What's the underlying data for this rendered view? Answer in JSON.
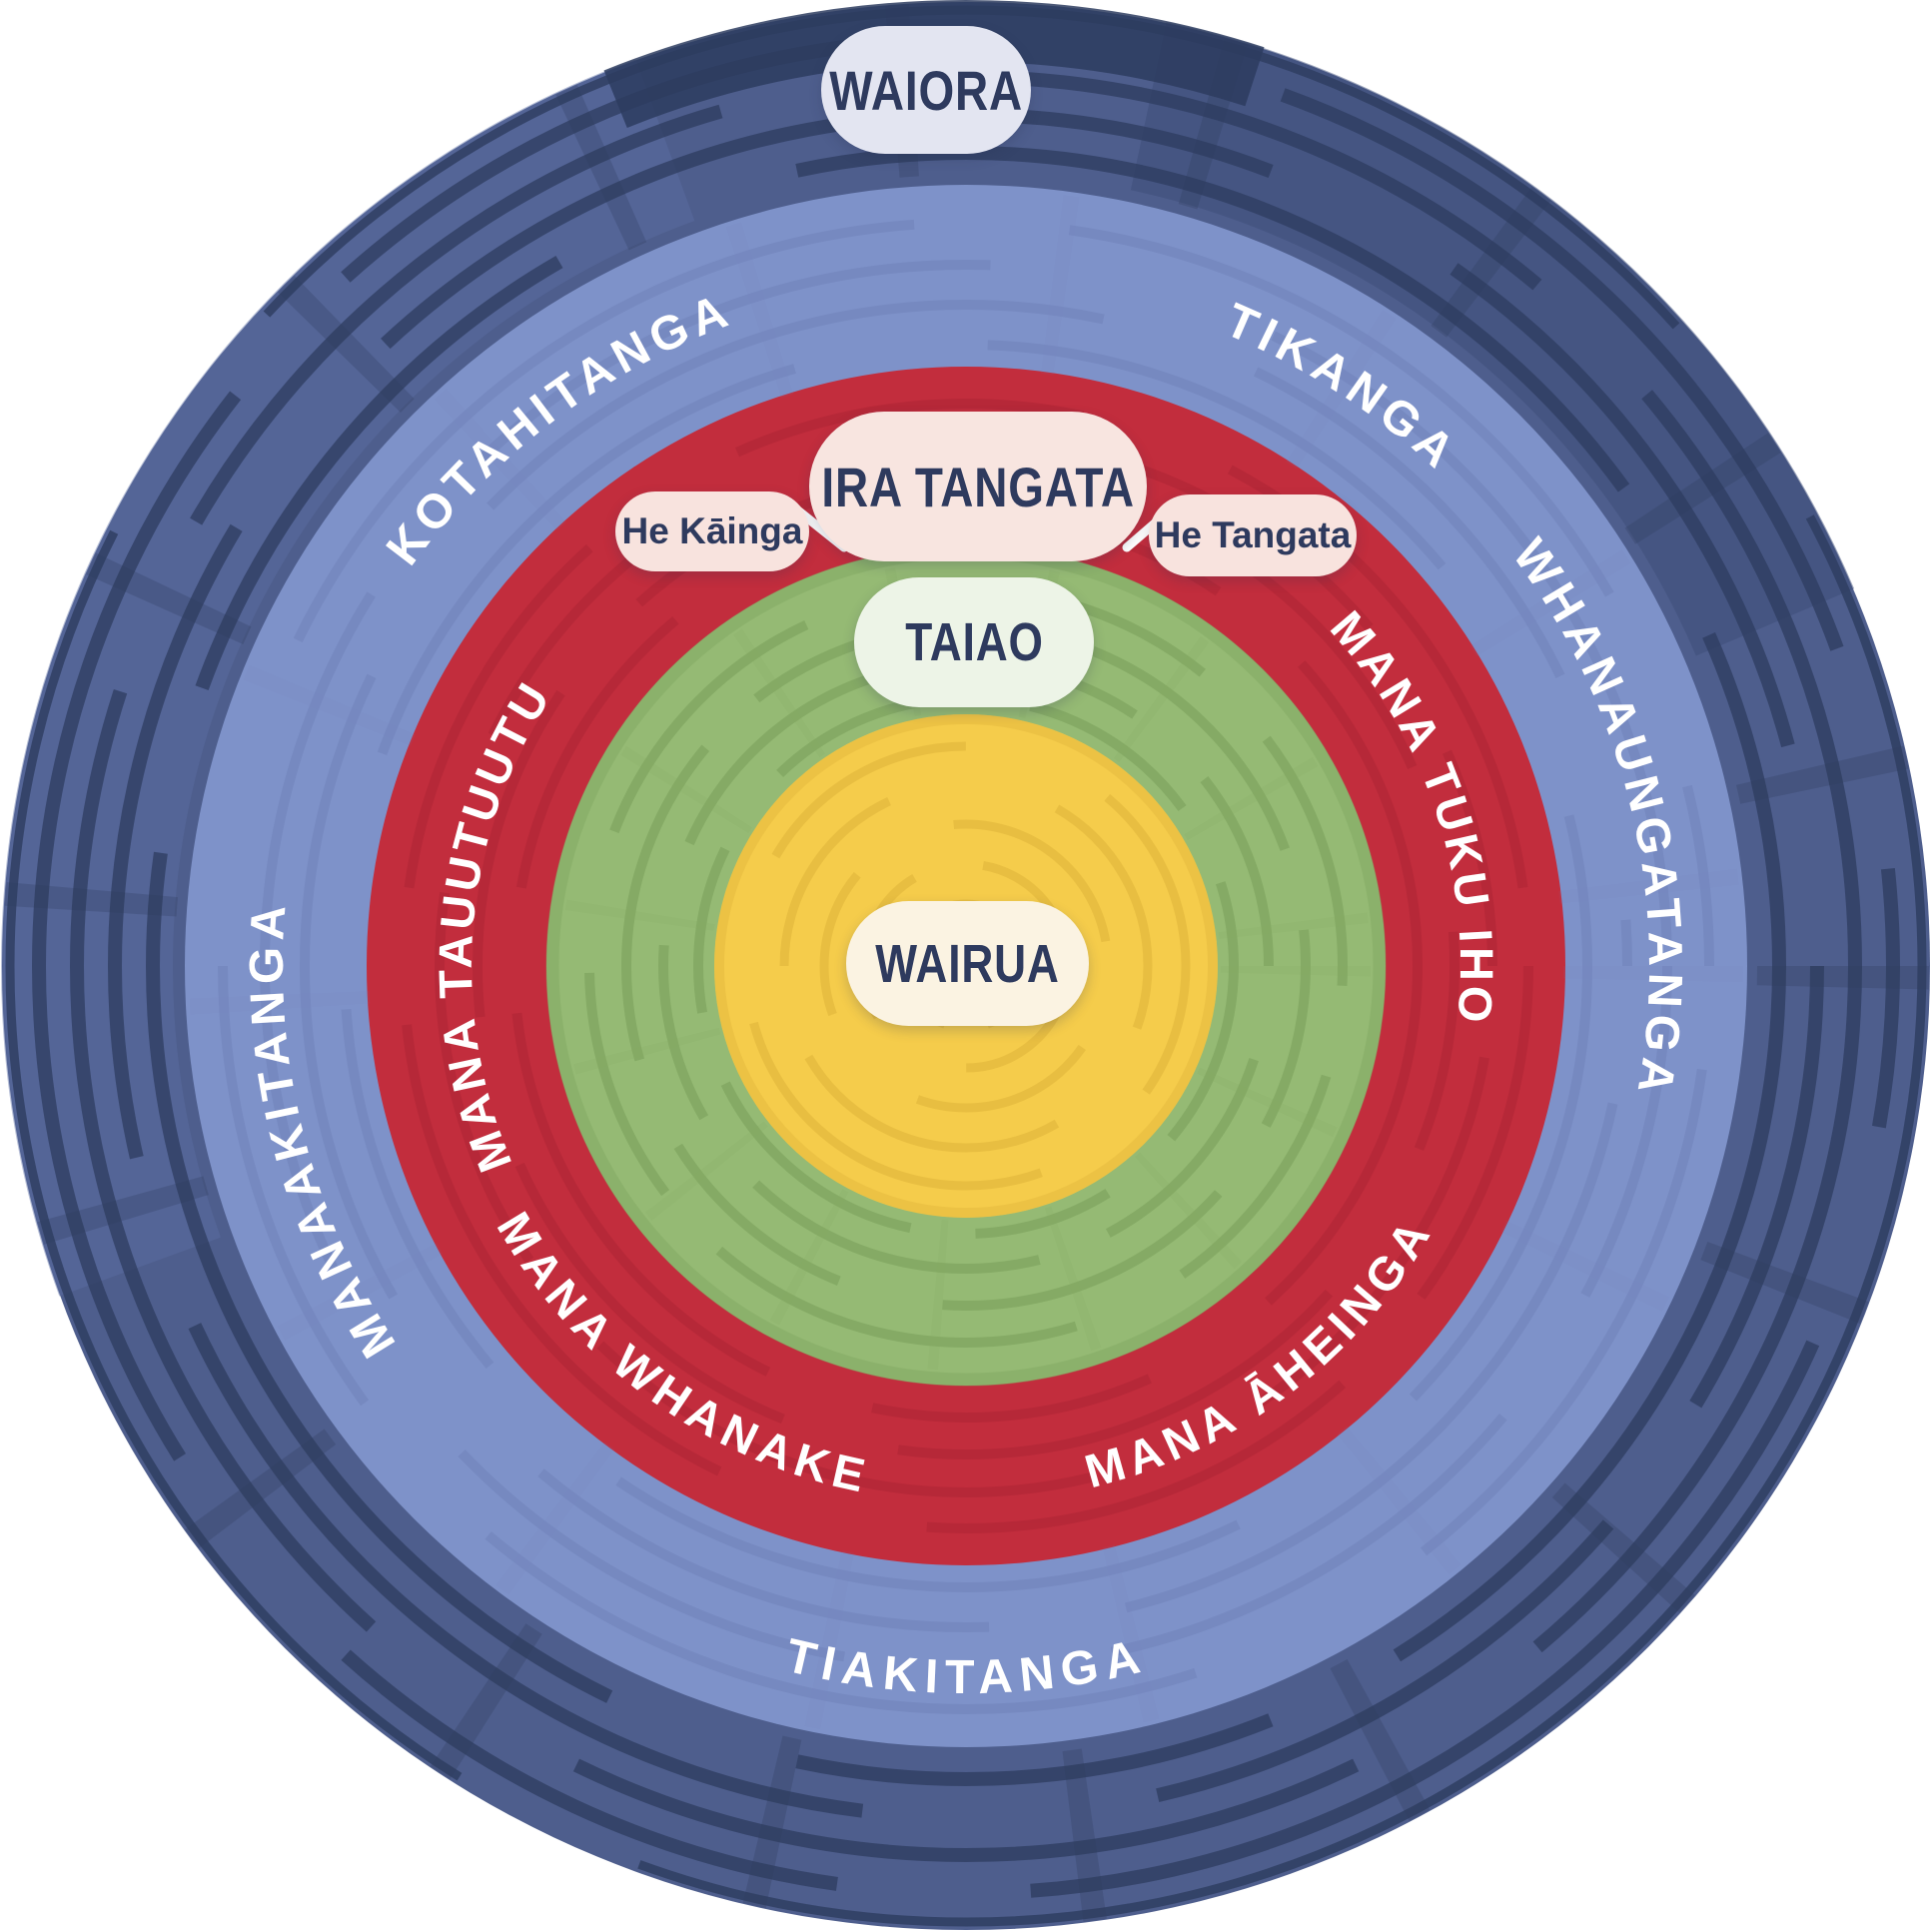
{
  "title": "Waiora concentric rings wellbeing diagram",
  "colors": {
    "outer_ring": "#4e5e8d",
    "outer_pattern": "#2d3c5f",
    "outer_light_zone": "#5d6fa3",
    "outer_dark_zone": "#3c4b78",
    "blue_ring": "#7e92c9",
    "blue_pattern": "#7082b9",
    "red_ring": "#c22d3d",
    "red_pattern": "#ab2434",
    "green_ring": "#95ba74",
    "green_pattern": "#7ba15c",
    "green_rim": "#7fa560",
    "yellow_core": "#f5cc4b",
    "yellow_pattern": "#e2b83d",
    "label_text": "#2e3a5e",
    "ring_label_text": "#ffffff",
    "waiora_pill": "#e3e5f1",
    "ira_pill": "#f8e5e0",
    "sub_pill": "#f8e3de",
    "taiao_pill": "#edf4e7",
    "wairua_pill": "#fbf3e2",
    "connector": "#ffffff"
  },
  "rings": {
    "outer": {
      "label": "WAIORA"
    },
    "blue": {
      "labels": [
        "KOTAHITANGA",
        "TIKANGA",
        "WHANAUNGATANGA",
        "TIAKITANGA",
        "MANAAKITANGA"
      ]
    },
    "red": {
      "heading": "IRA TANGATA",
      "sub_left": "He Kāinga",
      "sub_right": "He Tangata",
      "labels": [
        "MANA TAUUTUUTU",
        "MANA TUKU IHO",
        "MANA ĀHEINGA",
        "MANA WHANAKE"
      ]
    },
    "green": {
      "label": "TAIAO"
    },
    "core": {
      "label": "WAIRUA"
    }
  }
}
